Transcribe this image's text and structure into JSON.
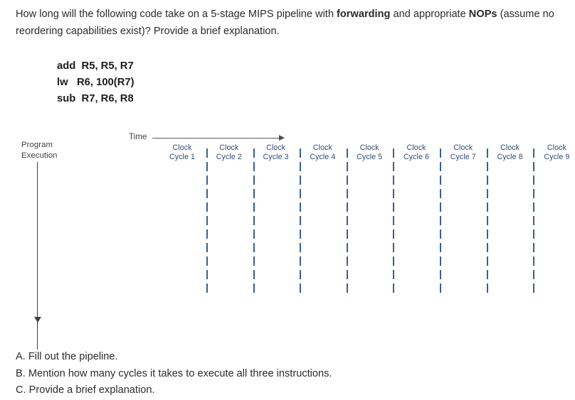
{
  "question": {
    "segments": [
      {
        "text": "How long will the following code take on a 5-stage MIPS pipeline with ",
        "bold": false
      },
      {
        "text": "forwarding",
        "bold": true
      },
      {
        "text": " and appropriate ",
        "bold": false
      },
      {
        "text": "NOPs",
        "bold": true
      },
      {
        "text": " (assume no reordering capabilities exist)? Provide a brief explanation.",
        "bold": false
      }
    ],
    "plain": "How long will the following code take on a 5-stage MIPS pipeline with forwarding and appropriate NOPs (assume no reordering capabilities exist)? Provide a brief explanation."
  },
  "code": {
    "lines": [
      "add  R5, R5, R7",
      "lw   R6, 100(R7)",
      "sub  R7, R6, R8"
    ]
  },
  "diagram": {
    "program_execution_label_line1": "Program",
    "program_execution_label_line2": "Execution",
    "time_label": "Time",
    "cycle_label_prefix": "Clock",
    "cycles": [
      {
        "line1": "Clock",
        "line2": "Cycle 1"
      },
      {
        "line1": "Clock",
        "line2": "Cycle 2"
      },
      {
        "line1": "Clock",
        "line2": "Cycle 3"
      },
      {
        "line1": "Clock",
        "line2": "Cycle 4"
      },
      {
        "line1": "Clock",
        "line2": "Cycle 5"
      },
      {
        "line1": "Clock",
        "line2": "Cycle 6"
      },
      {
        "line1": "Clock",
        "line2": "Cycle 7"
      },
      {
        "line1": "Clock",
        "line2": "Cycle 8"
      },
      {
        "line1": "Clock",
        "line2": "Cycle 9"
      }
    ],
    "cycle_count": 9,
    "separator_count": 8,
    "colors": {
      "cycle_text": "#2e4a73",
      "separator": "#3a5f93",
      "axis": "#404040",
      "axis_label": "#3d3d3d"
    },
    "grid_cells_empty": true
  },
  "sub_questions": [
    "A. Fill out the pipeline.",
    "B. Mention how many cycles it takes to execute all three instructions.",
    "C. Provide a brief explanation."
  ]
}
